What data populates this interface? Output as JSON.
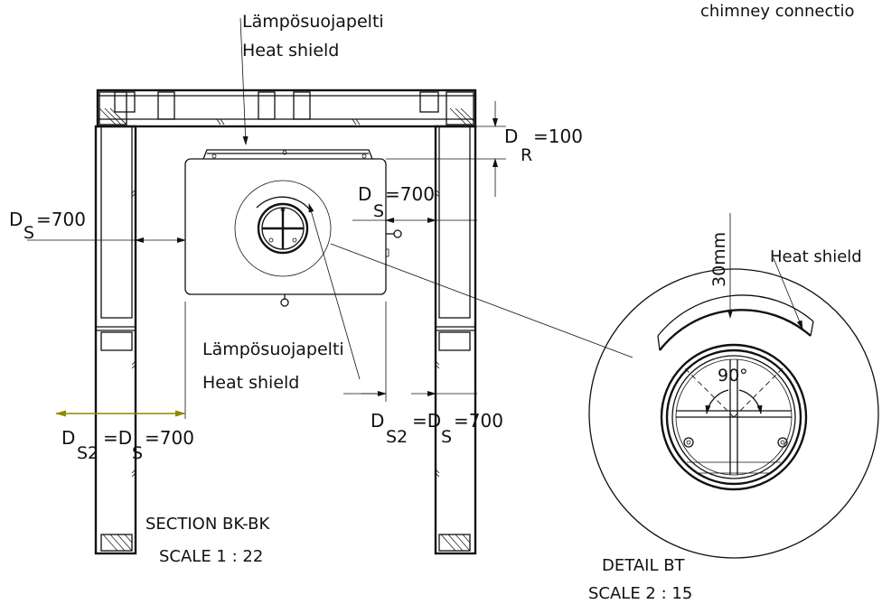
{
  "top_label": {
    "fi": "Lämpösuojapelti",
    "en": "Heat shield"
  },
  "corner_text": "chimney connectio",
  "mid_label": {
    "fi": "Lämpösuojapelti",
    "en": "Heat shield"
  },
  "detail_heat_shield": "Heat shield",
  "dims": {
    "dr": {
      "base": "D",
      "sub": "R",
      "value": "=100"
    },
    "ds_right": {
      "base": "D",
      "sub": "S",
      "value": "=700"
    },
    "ds_left": {
      "base": "D",
      "sub": "S",
      "value": "=700"
    },
    "ds2_left": {
      "base1": "D",
      "sub1": "S2",
      "mid": "=D",
      "sub2": "S",
      "value": "=700"
    },
    "ds2_right": {
      "base1": "D",
      "sub1": "S2",
      "mid": "=D",
      "sub2": "S",
      "value": "=700"
    },
    "mm30": "30mm",
    "angle": "90°"
  },
  "section": {
    "title": "SECTION BK-BK",
    "scale": "SCALE 1 : 22"
  },
  "detail": {
    "title": "DETAIL BT",
    "scale": "SCALE 2 : 15"
  },
  "colors": {
    "line": "#111111",
    "accent": "#8a8a00"
  }
}
